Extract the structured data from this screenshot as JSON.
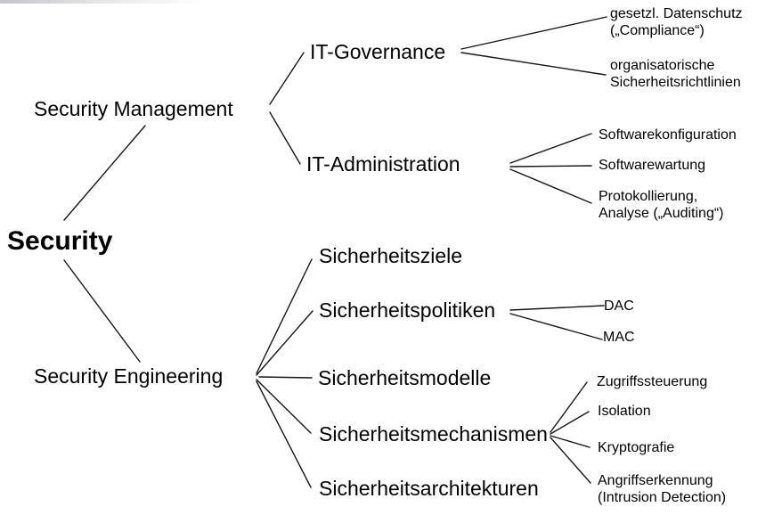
{
  "colors": {
    "background": "#ffffff",
    "text": "#000000",
    "line": "#161616"
  },
  "tree": {
    "root": {
      "label": "Security"
    },
    "nodes": [
      {
        "label": "Security Management",
        "children": [
          {
            "label": "IT-Governance",
            "children": [
              {
                "label": "gesetzl. Datenschutz\n(„Compliance“)"
              },
              {
                "label": "organisatorische\nSicherheitsrichtlinien"
              }
            ]
          },
          {
            "label": "IT-Administration",
            "children": [
              {
                "label": "Softwarekonfiguration"
              },
              {
                "label": "Softwarewartung"
              },
              {
                "label": "Protokollierung,\nAnalyse („Auditing“)"
              }
            ]
          }
        ]
      },
      {
        "label": "Security Engineering",
        "children": [
          {
            "label": "Sicherheitsziele"
          },
          {
            "label": "Sicherheitspolitiken",
            "children": [
              {
                "label": "DAC"
              },
              {
                "label": "MAC"
              }
            ]
          },
          {
            "label": "Sicherheitsmodelle"
          },
          {
            "label": "Sicherheitsmechanismen",
            "children": [
              {
                "label": "Zugriffssteuerung"
              },
              {
                "label": "Isolation"
              },
              {
                "label": "Kryptografie"
              },
              {
                "label": "Angriffserkennung\n(Intrusion Detection)"
              }
            ]
          },
          {
            "label": "Sicherheitsarchitekturen"
          }
        ]
      }
    ]
  }
}
